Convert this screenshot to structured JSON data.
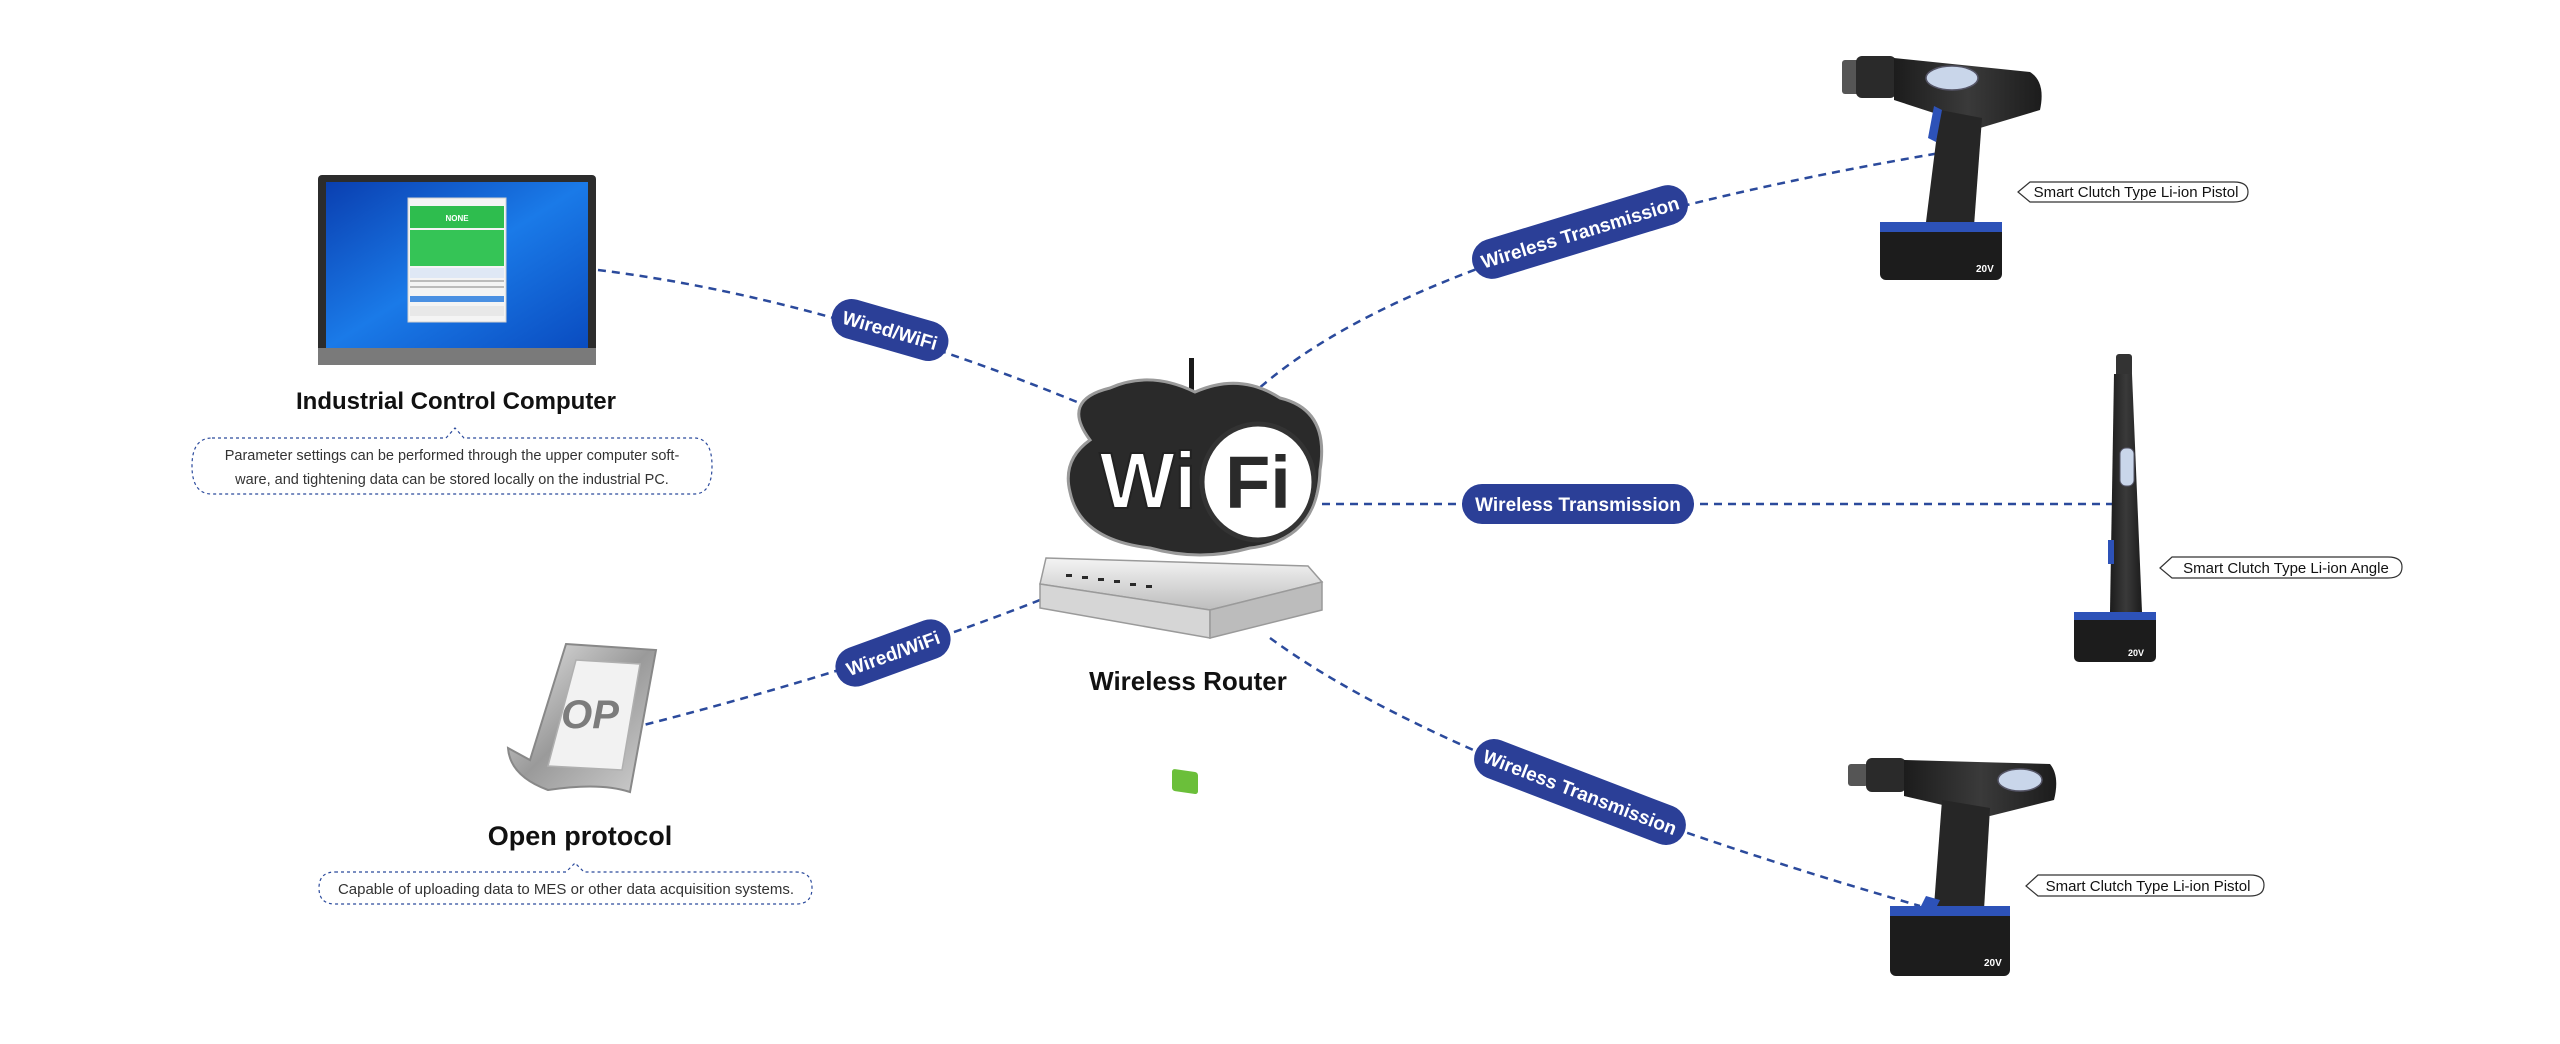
{
  "nodes": {
    "computer": {
      "title": "Industrial Control Computer",
      "description_line1": "Parameter settings can be performed through the upper computer soft-",
      "description_line2": "ware, and tightening data can be stored locally on the industrial PC.",
      "screen_text": "NONE"
    },
    "protocol": {
      "title": "Open protocol",
      "description": "Capable of uploading data to MES or other data acquisition systems.",
      "icon_text": "OP"
    },
    "router": {
      "title": "Wireless Router",
      "logo_left": "Wi",
      "logo_right": "Fi"
    },
    "tools": [
      {
        "label": "Smart Clutch Type Li-ion Pistol",
        "battery_text": "20V"
      },
      {
        "label": "Smart Clutch Type Li-ion Angle",
        "battery_text": "20V"
      },
      {
        "label": "Smart Clutch Type Li-ion Pistol",
        "battery_text": "20V"
      }
    ]
  },
  "connections": {
    "computer_link": "Wired/WiFi",
    "protocol_link": "Wired/WiFi",
    "tool1_link": "Wireless Transmission",
    "tool2_link": "Wireless Transmission",
    "tool3_link": "Wireless Transmission"
  },
  "colors": {
    "line": "#2b4a9c",
    "pill": "#2b3f97",
    "desktop": "#0a64d8"
  }
}
